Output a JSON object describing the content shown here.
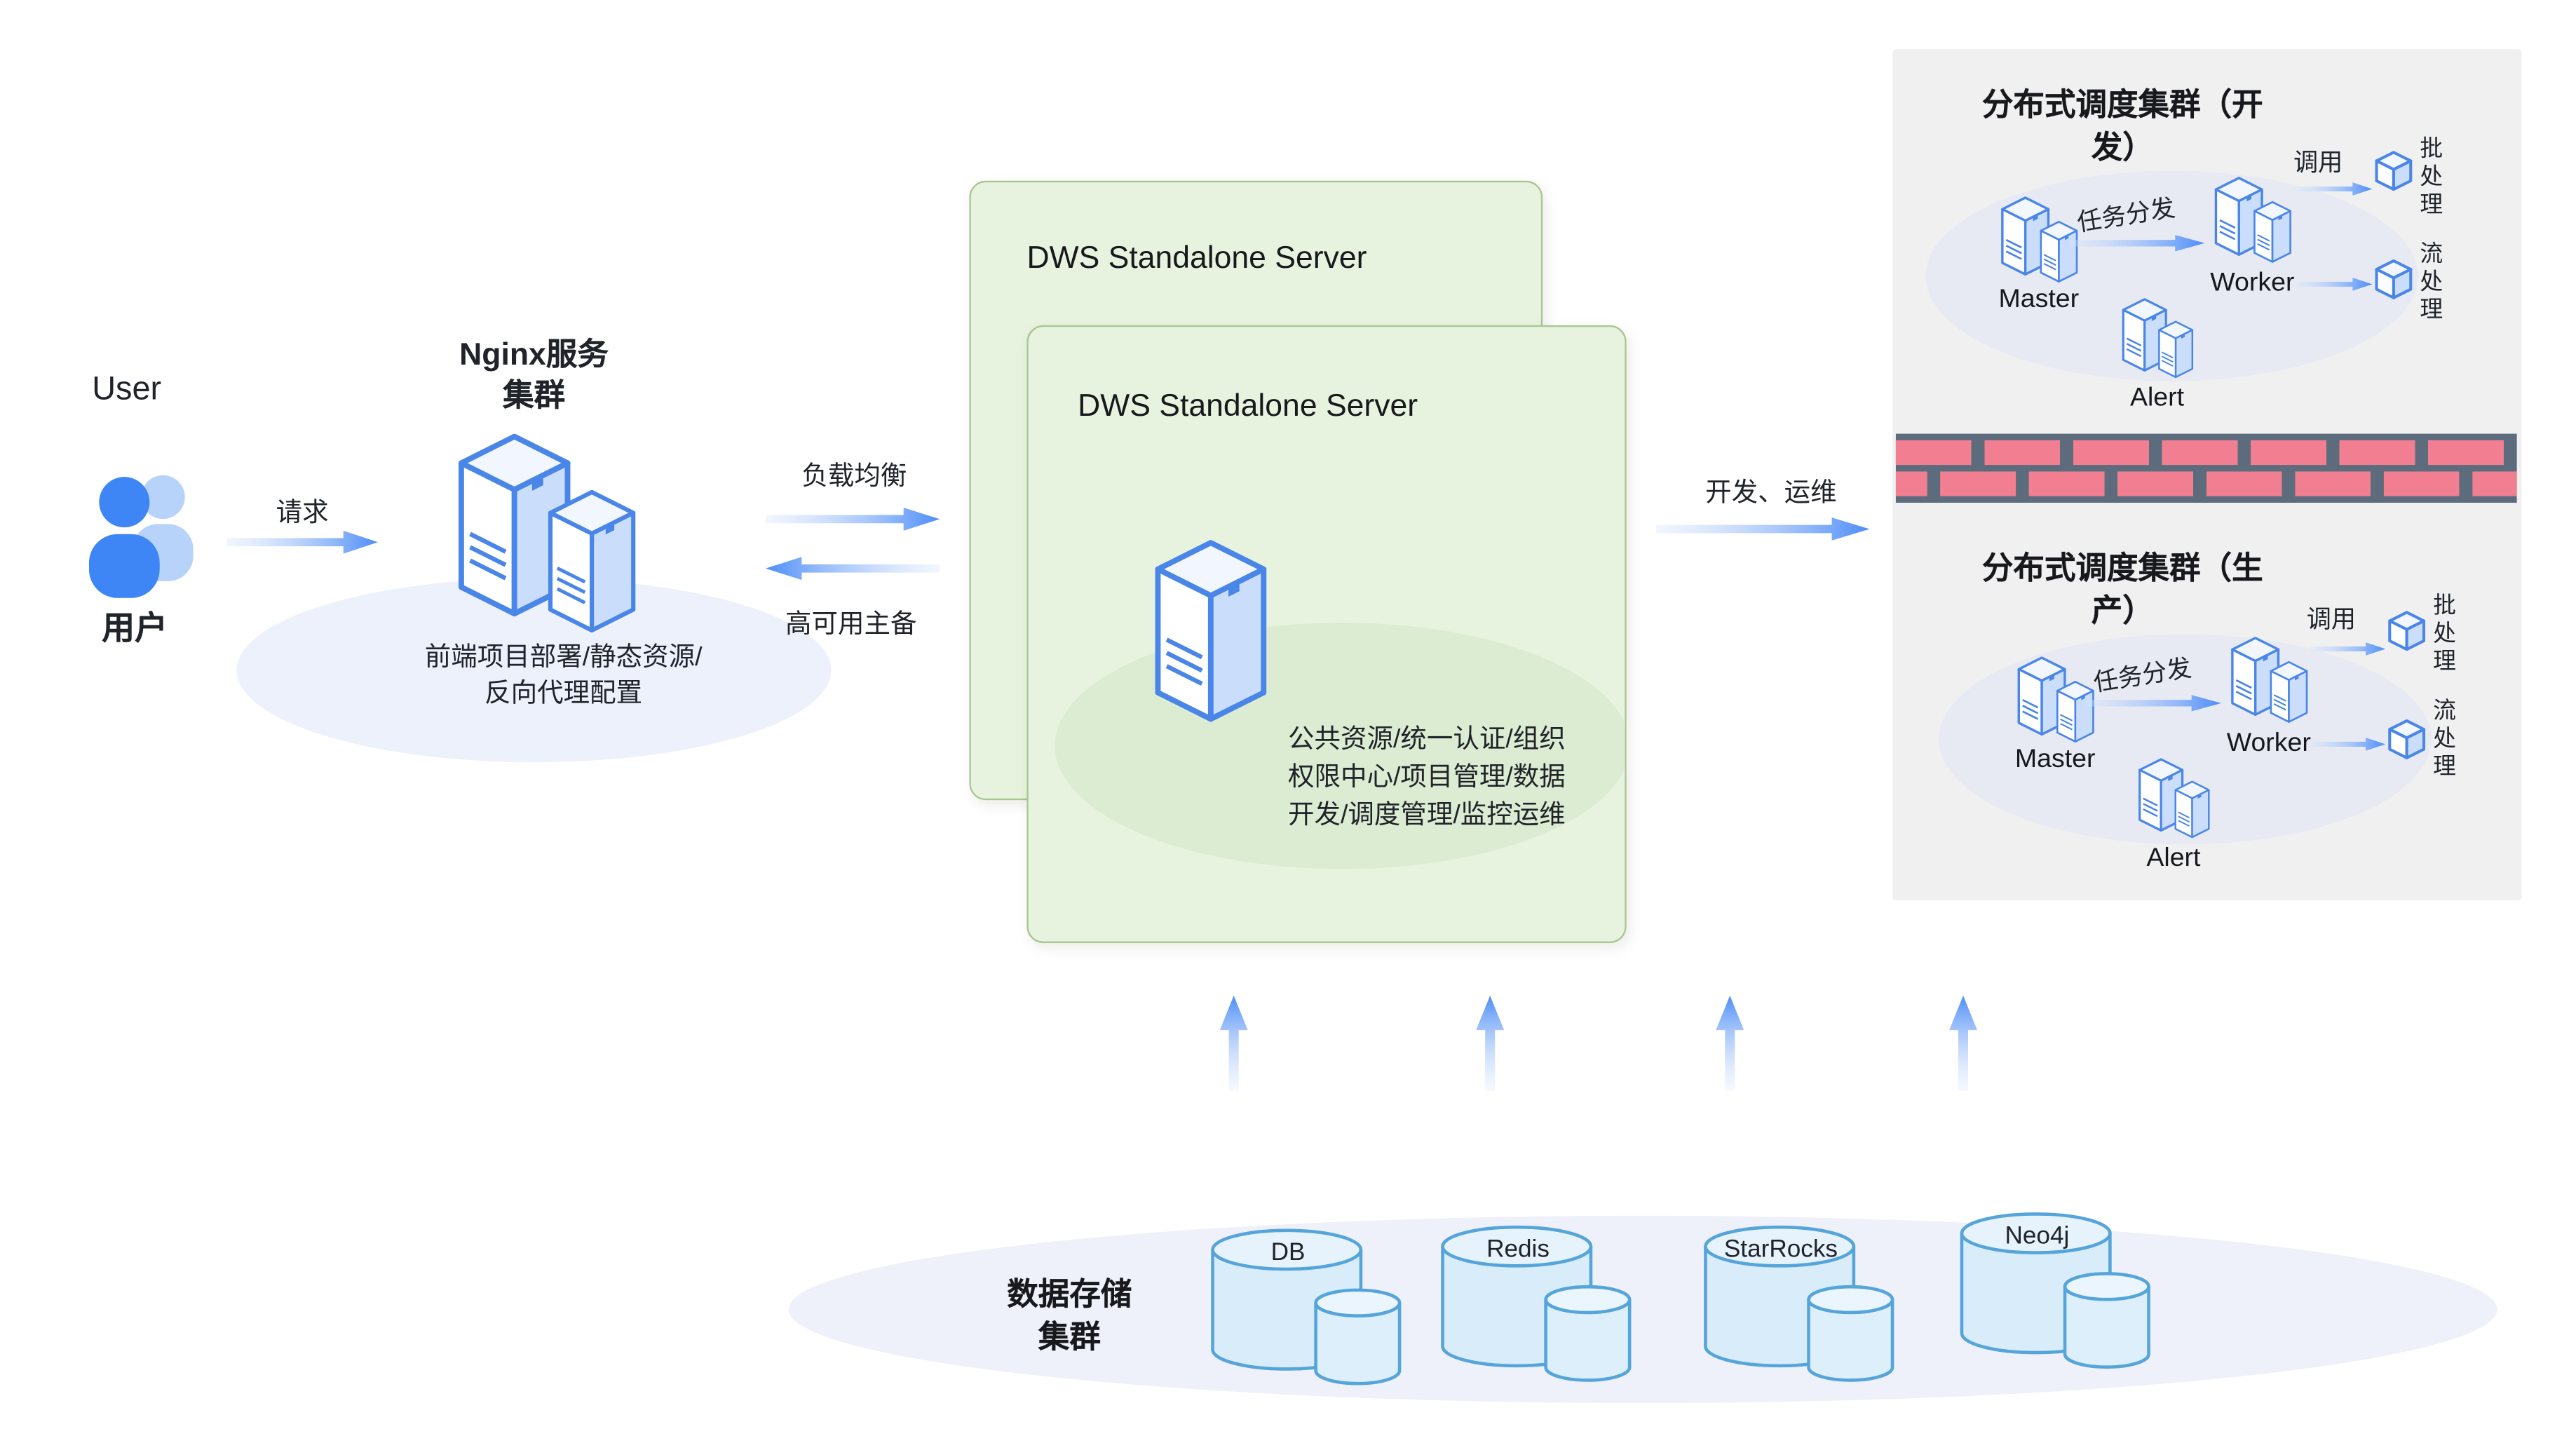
{
  "user": {
    "title": "User",
    "label": "用户",
    "request": "请求"
  },
  "nginx": {
    "title1": "Nginx服务",
    "title2": "集群",
    "desc1": "前端项目部署/静态资源/",
    "desc2": "反向代理配置"
  },
  "links": {
    "load_balance": "负载均衡",
    "ha_backup": "高可用主备",
    "dev_ops": "开发、运维"
  },
  "dws": {
    "back_title": "DWS Standalone Server",
    "front_title": "DWS Standalone Server",
    "desc1": "公共资源/统一认证/组织",
    "desc2": "权限中心/项目管理/数据",
    "desc3": "开发/调度管理/监控运维"
  },
  "cluster_dev": {
    "title1": "分布式调度集群（开",
    "title2": "发）",
    "master": "Master",
    "worker": "Worker",
    "alert": "Alert",
    "dispatch": "任务分发",
    "invoke": "调用",
    "batch": "批处理",
    "stream": "流处理"
  },
  "cluster_prod": {
    "title1": "分布式调度集群（生",
    "title2": "产）",
    "master": "Master",
    "worker": "Worker",
    "alert": "Alert",
    "dispatch": "任务分发",
    "invoke": "调用",
    "batch": "批处理",
    "stream": "流处理"
  },
  "storage": {
    "title1": "数据存储",
    "title2": "集群",
    "databases": [
      "DB",
      "Redis",
      "StarRocks",
      "Neo4j"
    ]
  },
  "colors": {
    "accent_blue": "#4d8df7",
    "icon_blue": "#4a86e8",
    "box_green": "#e8f3df",
    "panel_gray": "#f0f0f1",
    "brick_pink": "#f17f91",
    "wall_mortar": "#5c6c7c",
    "cylinder_blue": "#d8ecfa"
  }
}
